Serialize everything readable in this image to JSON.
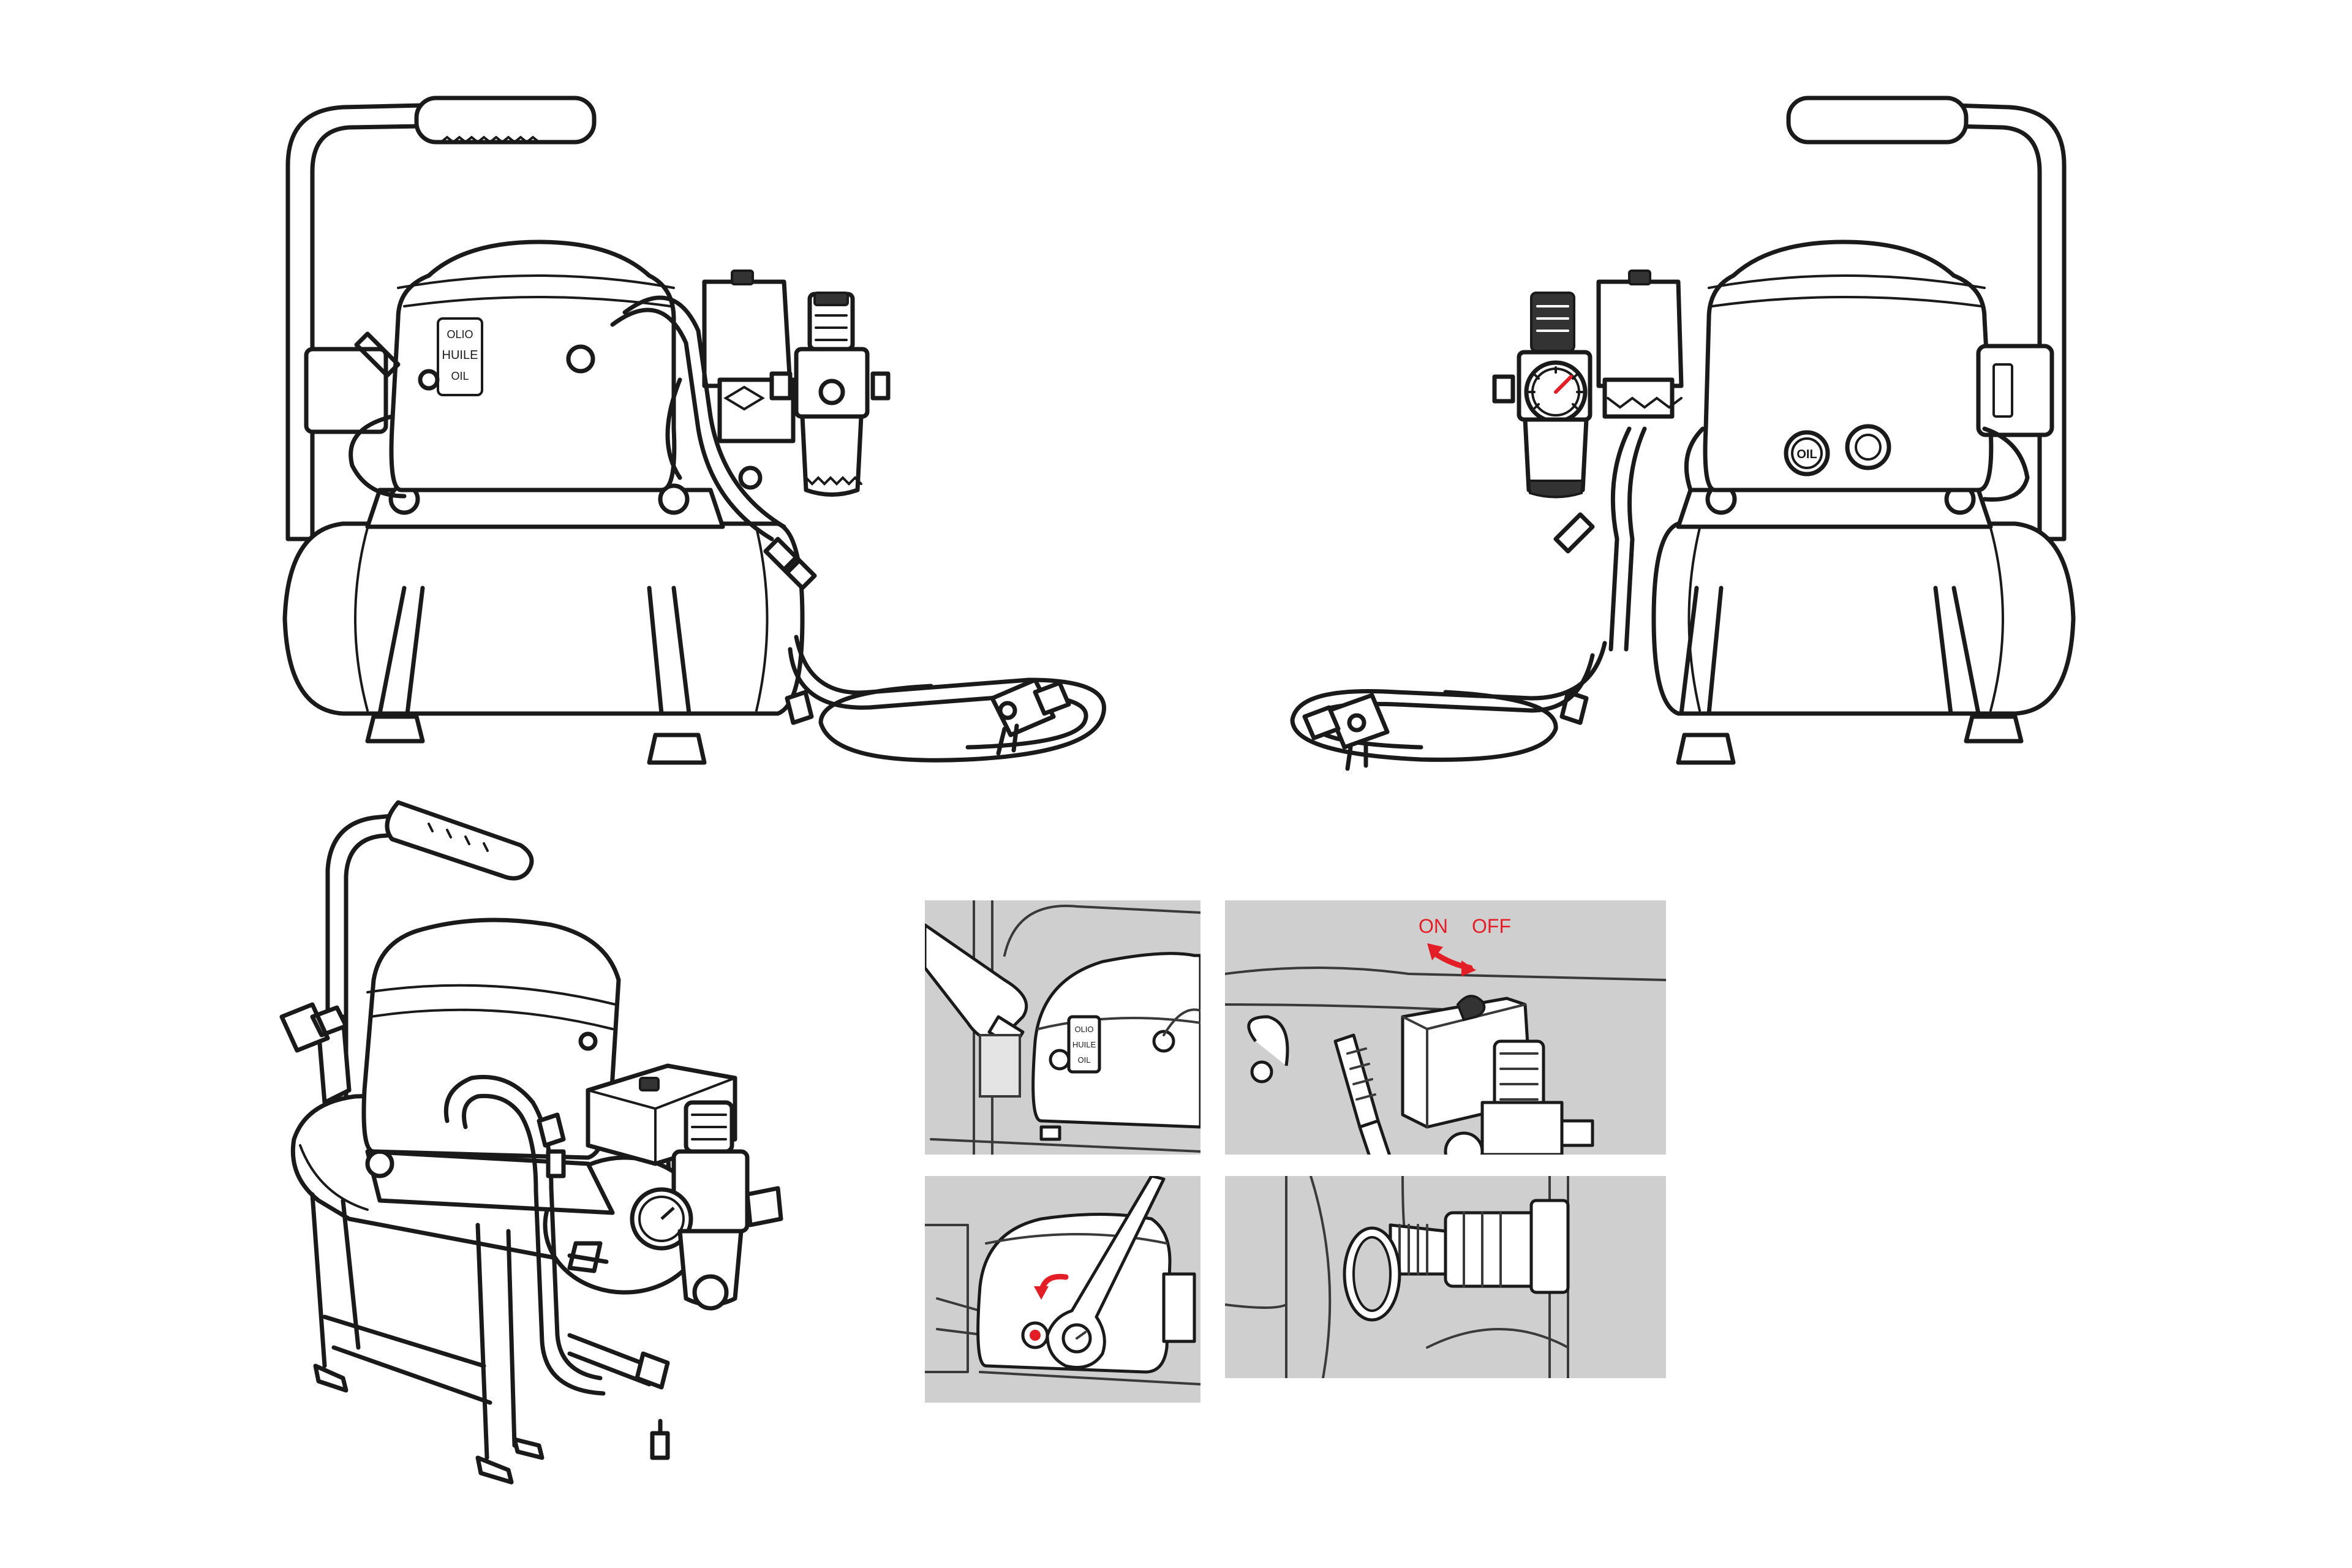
{
  "labels": {
    "oil_le_1": "OLIO",
    "oil_le_2": "HUILE",
    "oil_le_3": "OIL",
    "oil_cap": "OIL",
    "oil_panel_1": "OLIO",
    "oil_panel_2": "HUILE",
    "oil_panel_3": "OIL",
    "switch_on": "ON",
    "switch_off": "OFF"
  },
  "colors": {
    "line": "#1a1a1a",
    "panel_background": "#cfcfcf",
    "accent_red": "#e41e26"
  }
}
